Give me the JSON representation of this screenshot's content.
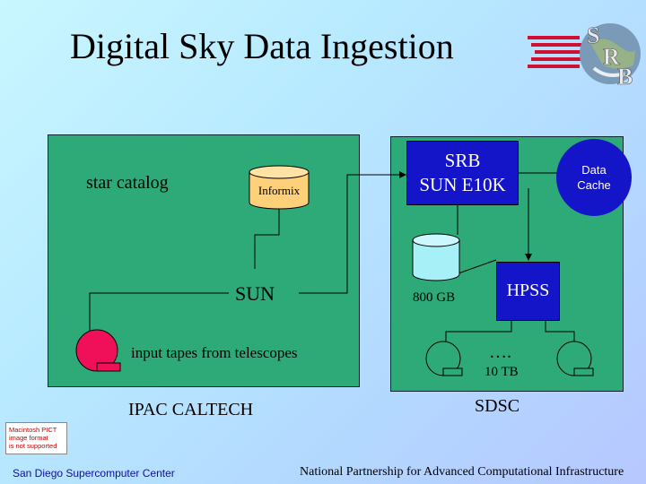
{
  "title": "Digital Sky Data Ingestion",
  "logo": {
    "letters": [
      "S",
      "R",
      "B"
    ]
  },
  "left_panel": {
    "star_catalog": "star catalog",
    "informix": "Informix",
    "sun": "SUN",
    "input_tapes": "input tapes from telescopes",
    "site_label": "IPAC CALTECH"
  },
  "right_panel": {
    "srb_line1": "SRB",
    "srb_line2": "SUN E10K",
    "data_cache_line1": "Data",
    "data_cache_line2": "Cache",
    "disk_size": "800 GB",
    "hpss": "HPSS",
    "ellipsis": "….",
    "tape_size": "10 TB",
    "site_label": "SDSC"
  },
  "pict_placeholder": [
    "Macintosh PICT",
    "image format",
    "is not supported"
  ],
  "footer": {
    "left": "San Diego Supercomputer Center",
    "right": "National Partnership for Advanced Computational Infrastructure"
  },
  "colors": {
    "panel_green": "#2eaa78",
    "box_blue": "#1414c8",
    "cylinder_yellow": "#ffd07a",
    "cylinder_cyan": "#a8f0f8",
    "tape_magenta": "#f0105a"
  }
}
